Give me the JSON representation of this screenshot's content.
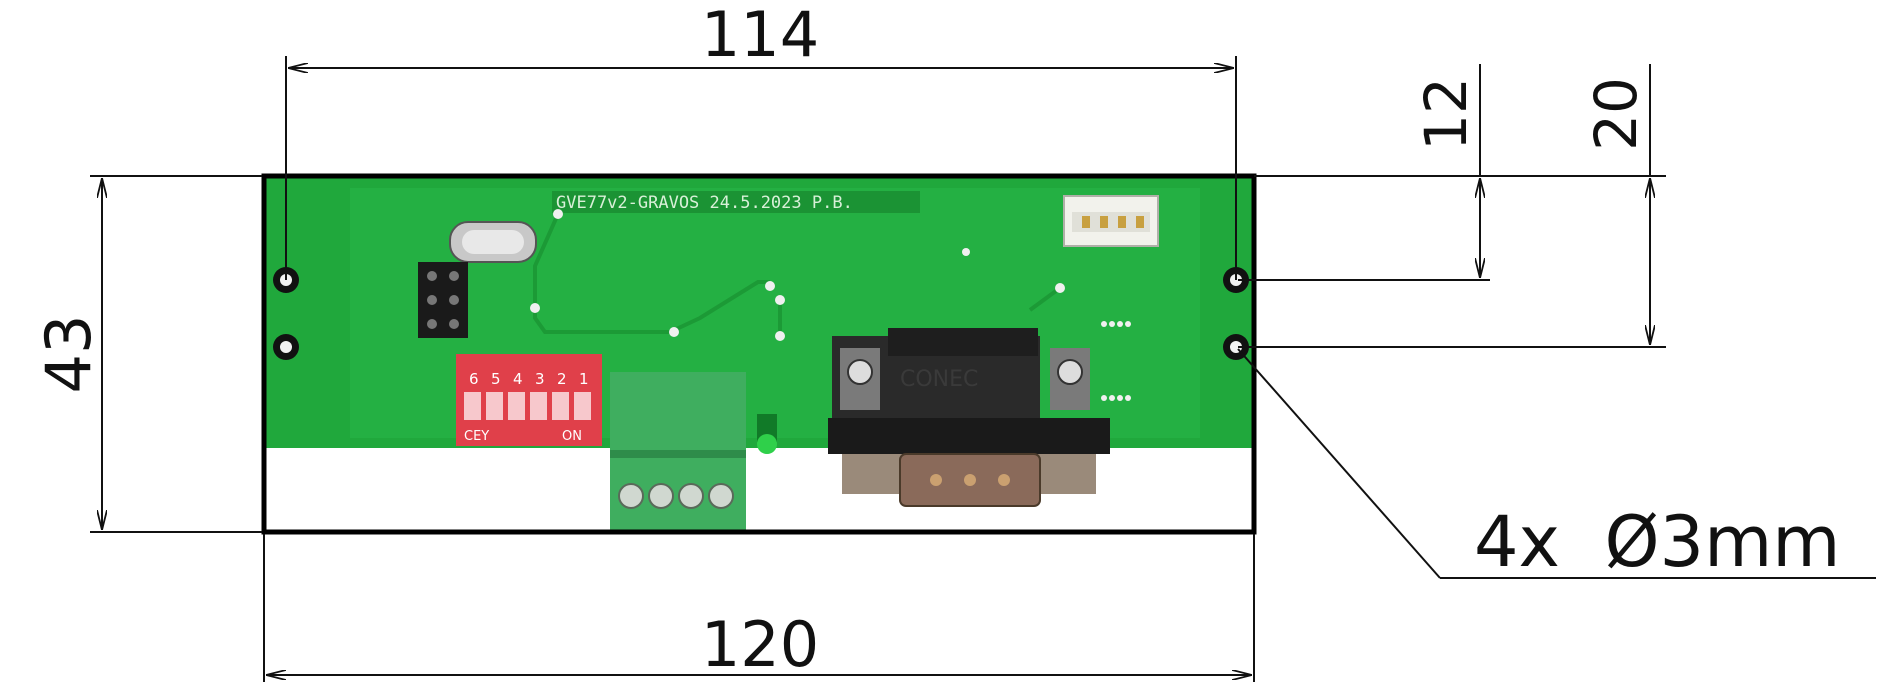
{
  "dimensions": {
    "top_width": "114",
    "bottom_width": "120",
    "height": "43",
    "hole_offset_a": "12",
    "hole_offset_b": "20",
    "hole_callout": "4x  Ø3mm"
  },
  "board": {
    "silkscreen": "GVE77v2-GRAVOS 24.5.2023 P.B.",
    "dip_numbers": [
      "1",
      "2",
      "3",
      "4",
      "5",
      "6"
    ],
    "dip_on_label": "ON",
    "dip_brand": "CEY",
    "dsub_label": "CONEC"
  },
  "colors": {
    "pcb": "#20a83c",
    "pcb_dark": "#178a2e",
    "dip": "#e0404a",
    "terminal": "#3fae5f",
    "outline": "#000000"
  }
}
